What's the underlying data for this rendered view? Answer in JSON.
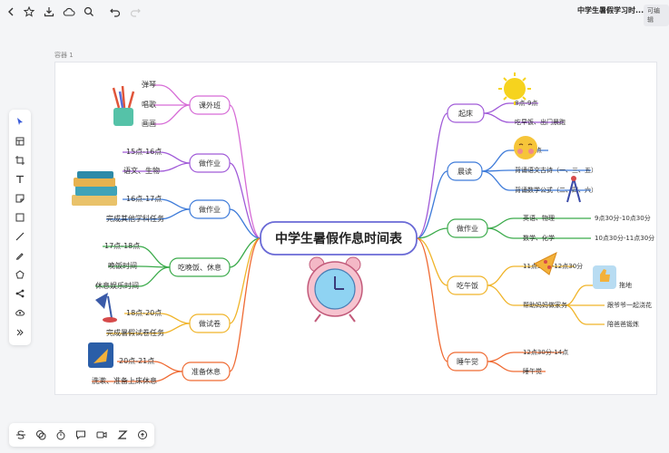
{
  "header": {
    "doc_title": "中学生暑假学习时...",
    "badge": "可编辑",
    "icons": [
      "back-icon",
      "star-icon",
      "download-icon",
      "cloud-icon",
      "search-icon",
      "undo-icon",
      "redo-icon"
    ]
  },
  "container_label": "容器 1",
  "mindmap": {
    "root": "中学生暑假作息时间表",
    "left": [
      {
        "label": "课外班",
        "children": [
          "弹琴",
          "唱歌",
          "画画"
        ]
      },
      {
        "label": "做作业",
        "children": [
          "15点-16点",
          "语文、生物"
        ]
      },
      {
        "label": "做作业",
        "children": [
          "16点-17点",
          "完成其他学科任务"
        ]
      },
      {
        "label": "吃晚饭、休息",
        "children": [
          "17点-18点",
          "晚饭时间",
          "休息娱乐时间"
        ]
      },
      {
        "label": "做试卷",
        "children": [
          "18点-20点",
          "完成暑假试卷任务"
        ]
      },
      {
        "label": "准备休息",
        "children": [
          "20点-21点",
          "洗漱、准备上床休息"
        ]
      }
    ],
    "right": [
      {
        "label": "起床",
        "children": [
          "8点-9点",
          "吃早饭、出门晨跑"
        ]
      },
      {
        "label": "晨读",
        "children": [
          "9点-10点",
          "背诵语文古诗（一、三、五）",
          "背诵数学公式（二、四、六）"
        ]
      },
      {
        "label": "做作业",
        "children": [
          {
            "label": "英语、物理",
            "time": "9点30分-10点30分"
          },
          {
            "label": "数学、化学",
            "time": "10点30分-11点30分"
          }
        ]
      },
      {
        "label": "吃午饭",
        "children": [
          {
            "label": "11点30分-12点30分"
          },
          {
            "label": "帮助妈妈做家务",
            "children": [
              "扫地、拖地",
              "跟爷爷一起浇花",
              "陪爸爸锻炼"
            ]
          }
        ]
      },
      {
        "label": "睡午觉",
        "children": [
          "12点30分-14点",
          "睡午觉"
        ]
      }
    ]
  },
  "colors": {
    "root_border": "#6a6ad6",
    "branch_pink": "#d66bd6",
    "branch_purple": "#a05ad8",
    "branch_blue": "#3e7bd9",
    "branch_green": "#3aaa4a",
    "branch_yellow": "#f0b429",
    "branch_orange": "#ef6a32"
  },
  "left_toolbar_icons": [
    "pointer-icon",
    "frame-icon",
    "crop-icon",
    "text-icon",
    "sticky-note-icon",
    "rectangle-icon",
    "line-icon",
    "pen-icon",
    "shape-icon",
    "mindmap-icon",
    "upload-icon",
    "more-icon"
  ],
  "bottom_toolbar_icons": [
    "strikethrough-icon",
    "comment-icon",
    "timer-icon",
    "chat-icon",
    "video-icon",
    "zoom-icon",
    "record-icon"
  ]
}
